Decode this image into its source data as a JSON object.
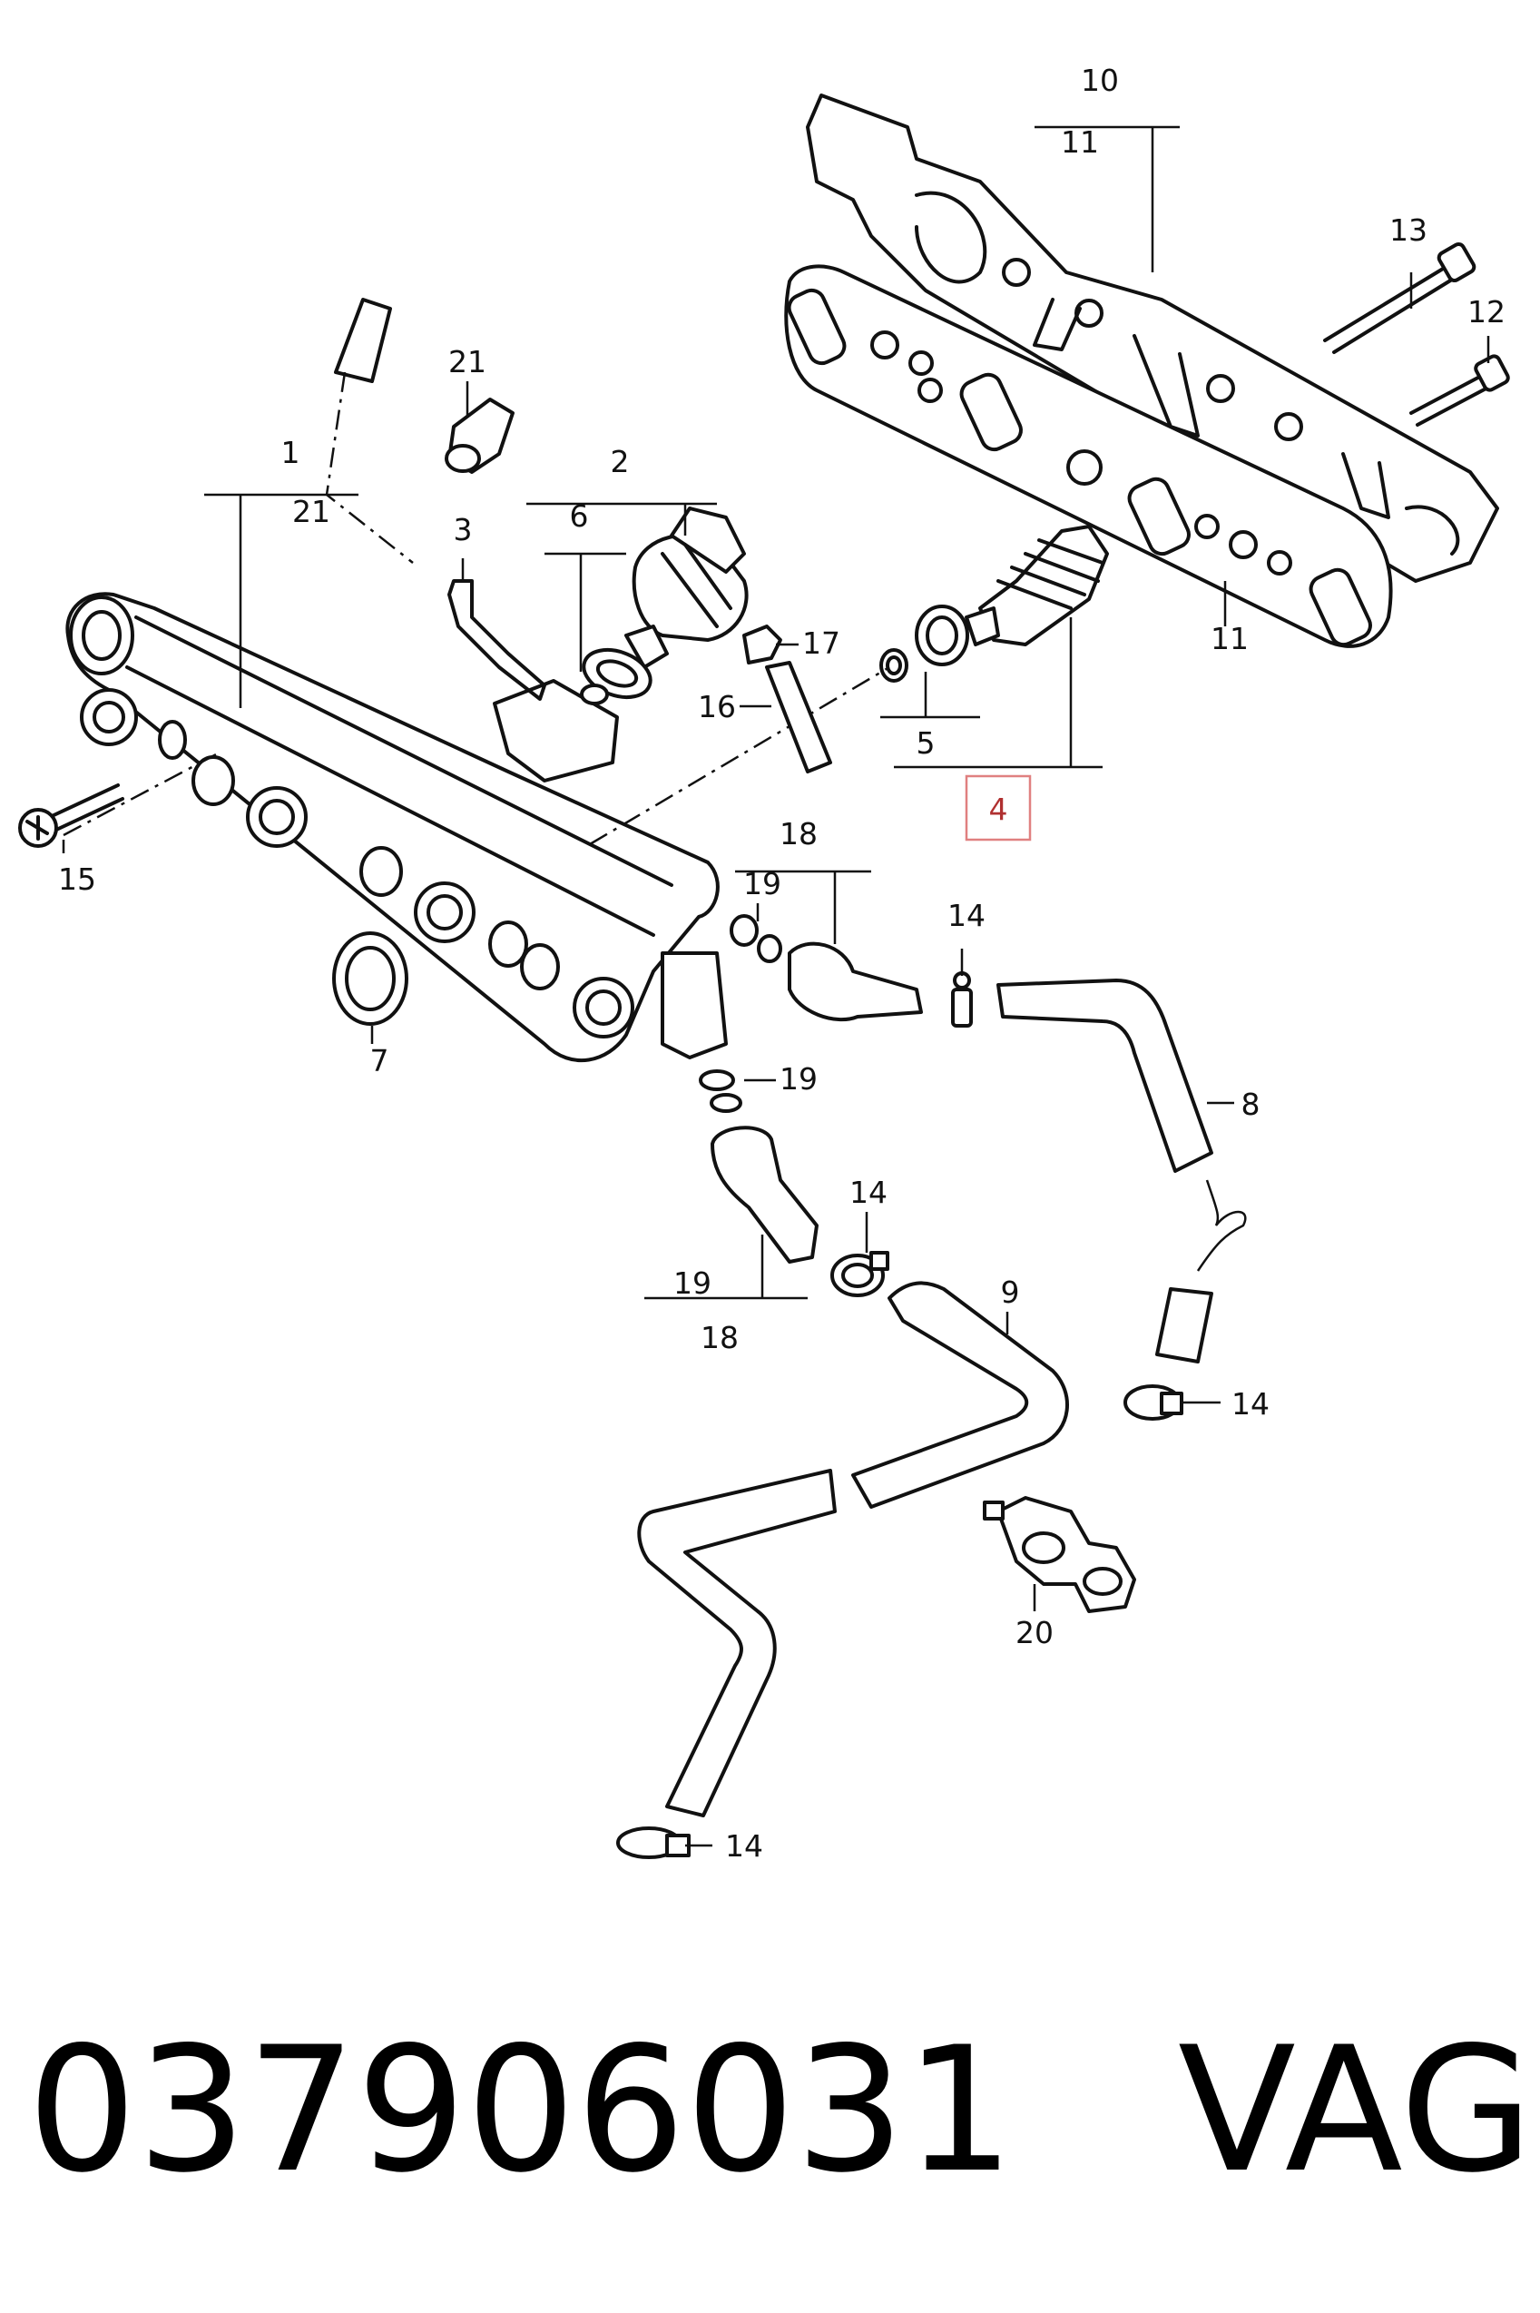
{
  "diagram": {
    "callouts": {
      "c1": "1",
      "c2": "2",
      "c3": "3",
      "c4": "4",
      "c5": "5",
      "c6": "6",
      "c7": "7",
      "c8": "8",
      "c9": "9",
      "c10": "10",
      "c11a": "11",
      "c11b": "11",
      "c12": "12",
      "c13": "13",
      "c14a": "14",
      "c14b": "14",
      "c14c": "14",
      "c14d": "14",
      "c15": "15",
      "c16": "16",
      "c17": "17",
      "c18a": "18",
      "c18b": "18",
      "c19a": "19",
      "c19b": "19",
      "c19c": "19",
      "c20": "20",
      "c21a": "21",
      "c21b": "21"
    },
    "highlighted_callout": "4",
    "highlight_color": "#e08080"
  },
  "footer": {
    "part_number": "037906031",
    "brand": "VAG"
  }
}
